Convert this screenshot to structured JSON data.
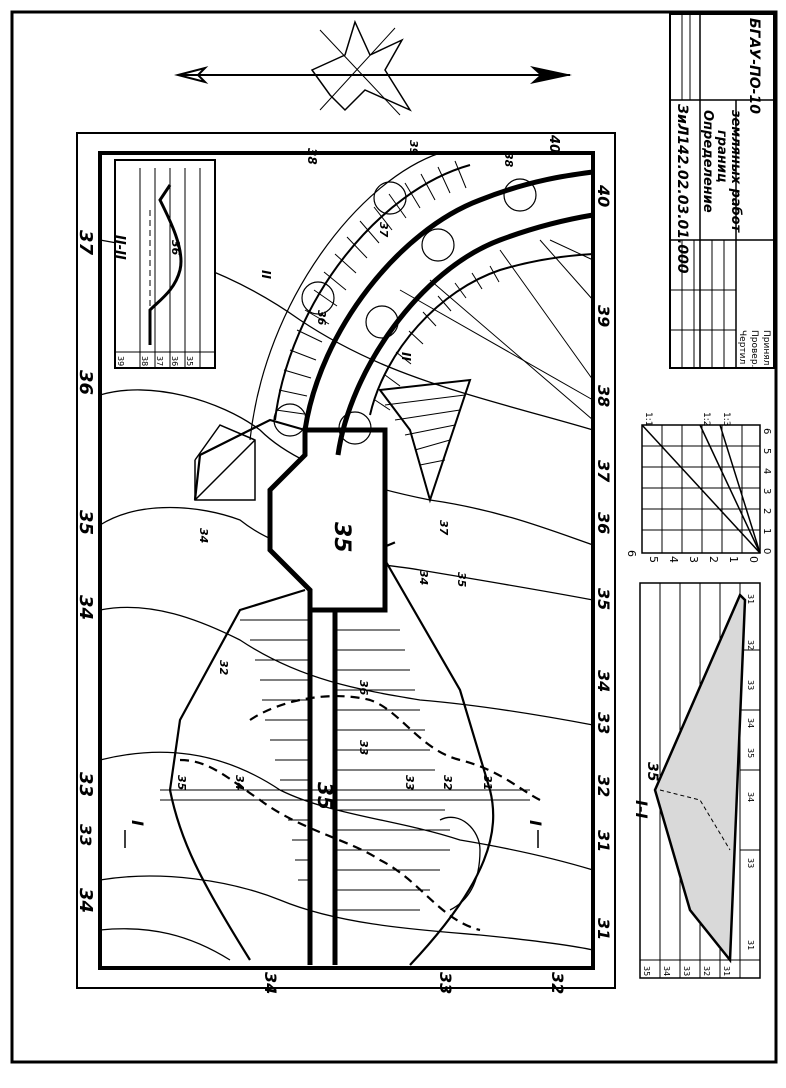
{
  "map": {
    "top_marks": [
      "38",
      "39",
      "40"
    ],
    "bottom_marks": [
      "34",
      "33",
      "32"
    ],
    "left_marks": [
      "37",
      "36",
      "35",
      "34",
      "33",
      "33",
      "34"
    ],
    "right_marks": [
      "40",
      "39",
      "38",
      "37",
      "36",
      "35",
      "34",
      "33",
      "32",
      "31",
      "31"
    ],
    "platform_label": "35",
    "road_label": "35",
    "section_marker": "I",
    "section_marker_2": "II",
    "contour_labels": [
      "35",
      "34",
      "33",
      "32",
      "31",
      "34",
      "35",
      "34",
      "36",
      "37",
      "38",
      "36",
      "37",
      "33",
      "32"
    ]
  },
  "inset_section": {
    "title": "II-II",
    "level_labels": [
      "39",
      "38",
      "37",
      "36",
      "35"
    ],
    "note": "36"
  },
  "section_view": {
    "title": "I-I",
    "crest_label": "35",
    "left_scale": [
      "35",
      "34",
      "33",
      "32",
      "31"
    ],
    "bottom_values": [
      "31",
      "32",
      "33",
      "34",
      "35",
      "34",
      "33",
      "31"
    ]
  },
  "slope_chart": {
    "y_ticks": [
      "6",
      "5",
      "4",
      "3",
      "2",
      "1",
      "0"
    ],
    "x_ticks": [
      "0",
      "1",
      "2",
      "3",
      "4",
      "5",
      "6"
    ],
    "line_labels": [
      "1:1",
      "1:2",
      "1:3"
    ]
  },
  "title_block": {
    "code": "ЗиЛ142.02.03.01.000",
    "title_line1": "Определение",
    "title_line2": "границ",
    "title_line3": "земляных работ",
    "org": "БГАУ-ПО-10",
    "row_labels": [
      "Чертил",
      "Провер.",
      "Принял"
    ]
  }
}
